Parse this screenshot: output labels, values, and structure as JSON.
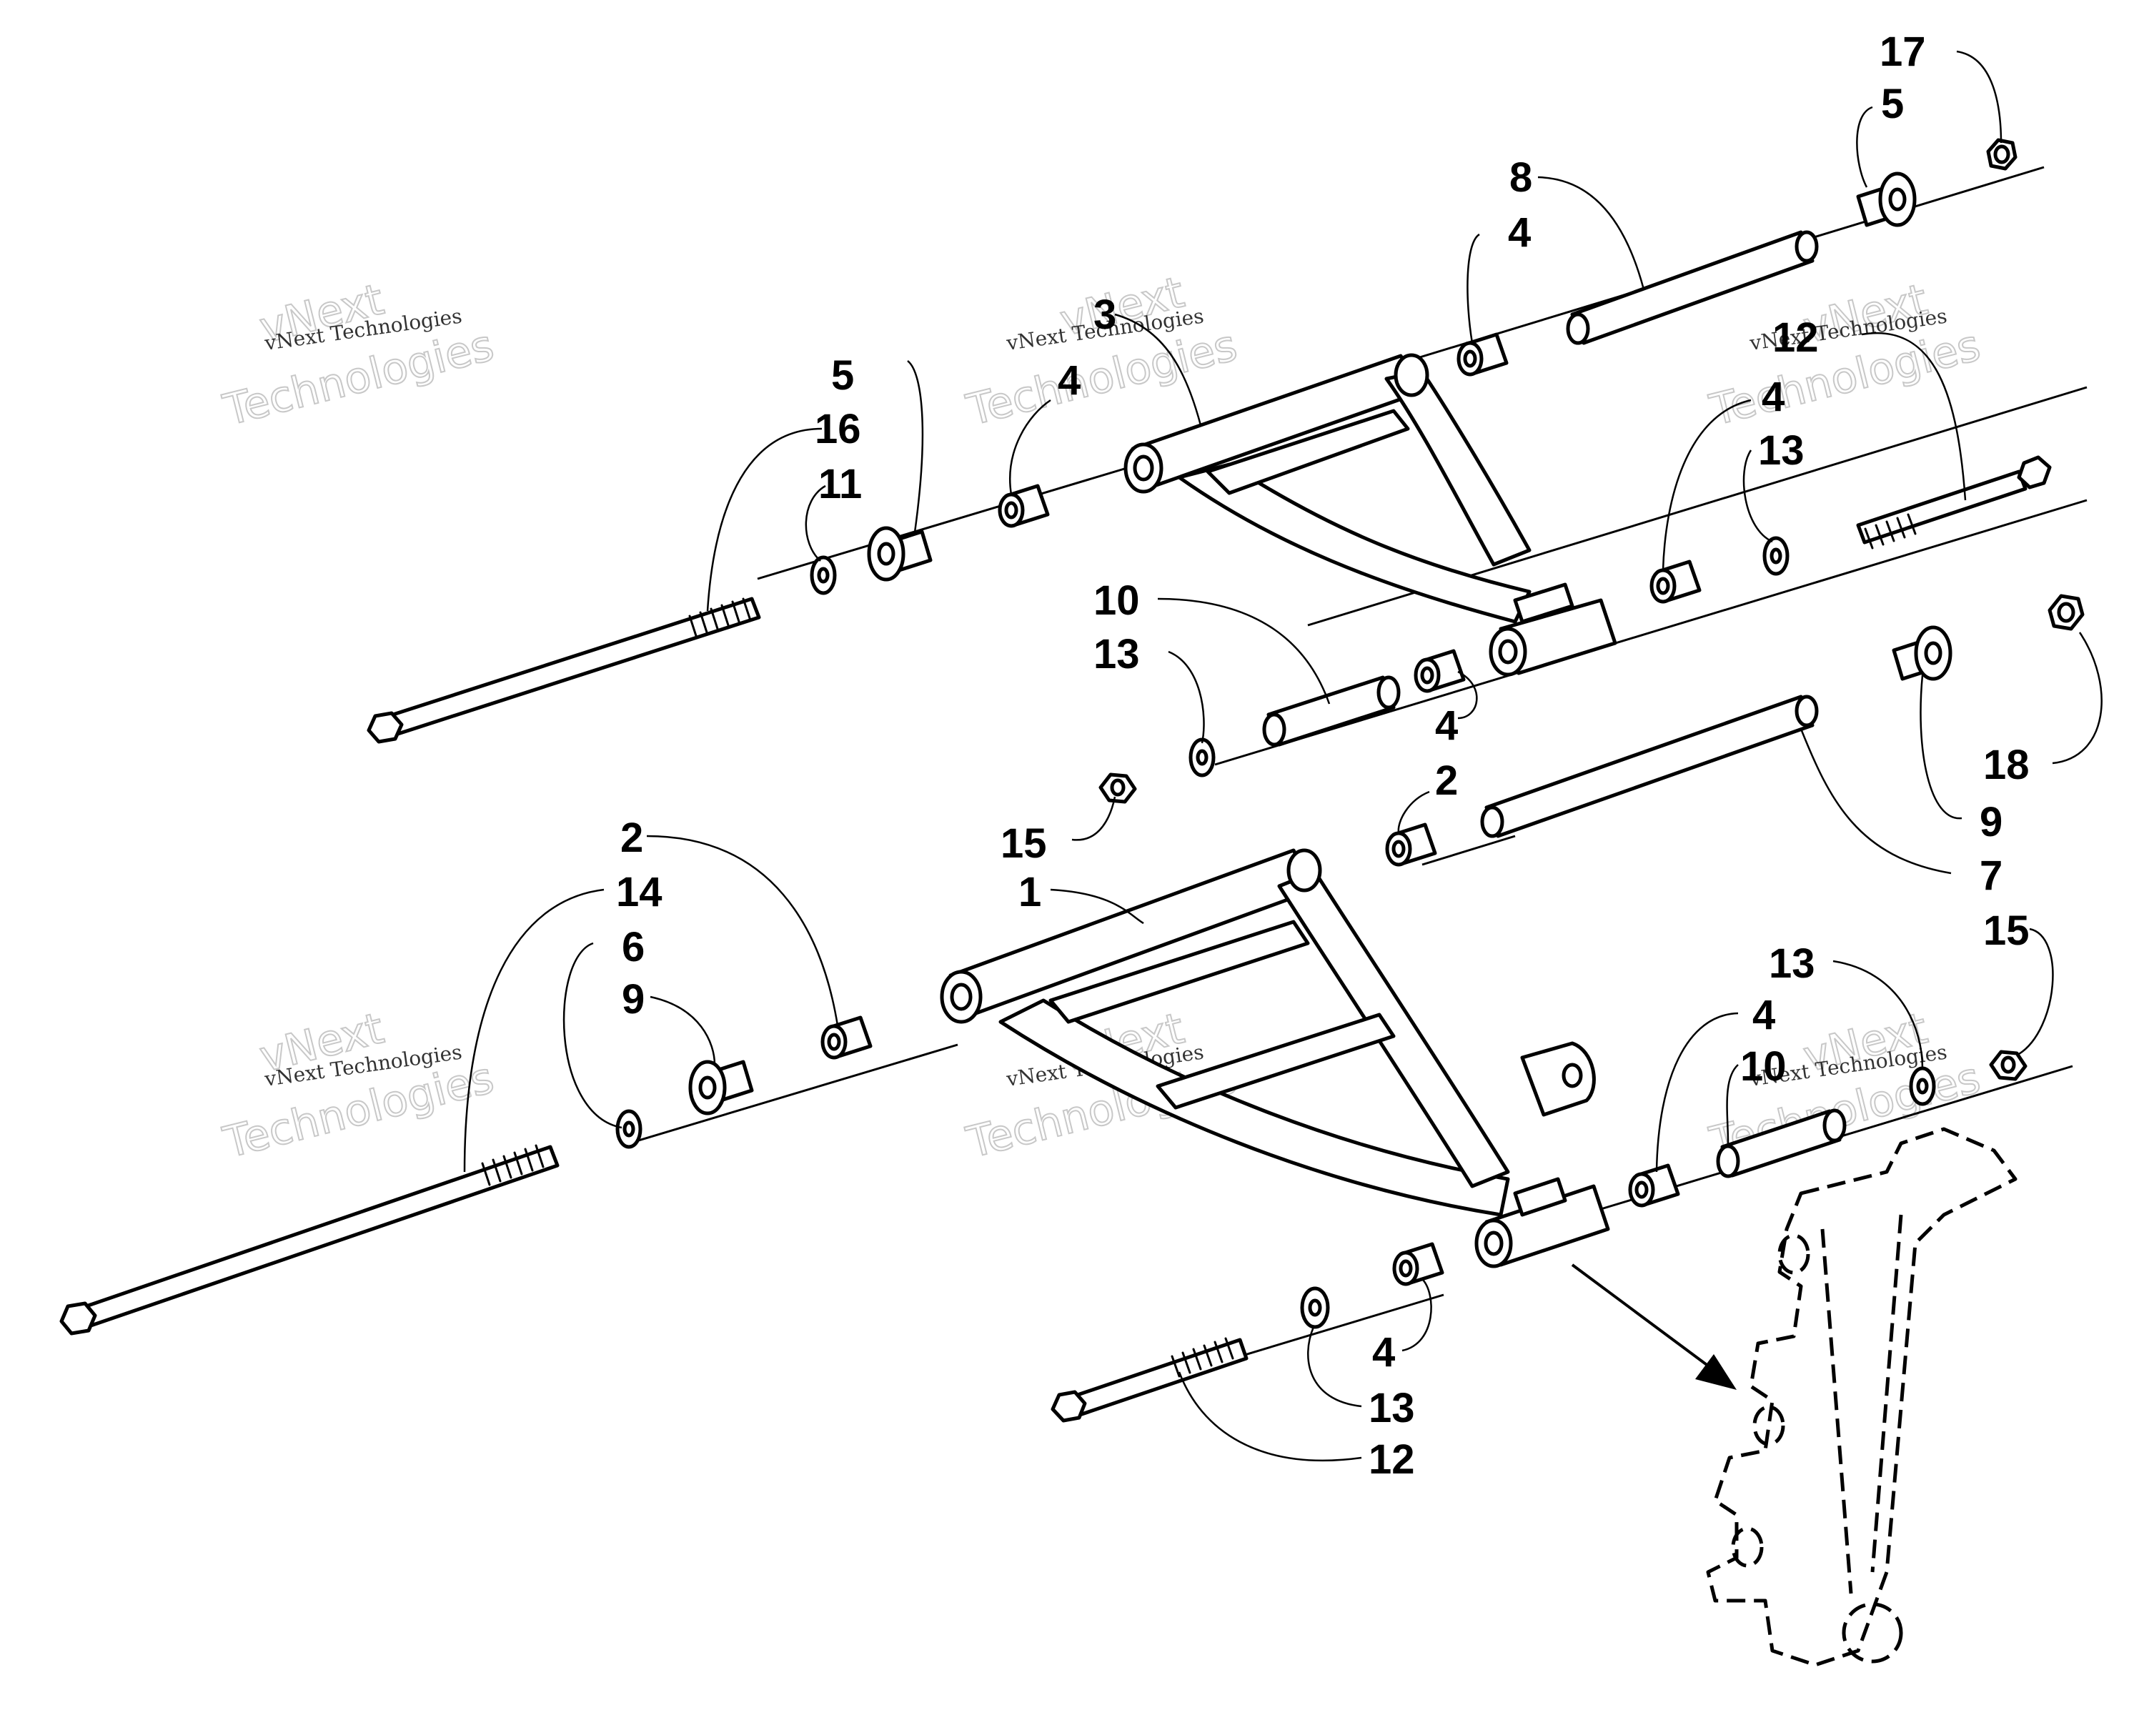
{
  "watermark": {
    "brand": "vNext",
    "line1": "vNext Technologies",
    "line2": "Technologies"
  },
  "callouts": {
    "c17": "17",
    "c5a": "5",
    "c8": "8",
    "c4a": "4",
    "c3": "3",
    "c4b": "4",
    "c5b": "5",
    "c16": "16",
    "c11": "11",
    "c12a": "12",
    "c4c": "4",
    "c13a": "13",
    "c10a": "10",
    "c13b": "13",
    "c4d": "4",
    "c15a": "15",
    "c18": "18",
    "c9a": "9",
    "c7": "7",
    "c2a": "2",
    "c2b": "2",
    "c1": "1",
    "c14": "14",
    "c6": "6",
    "c9b": "9",
    "c13c": "13",
    "c4e": "4",
    "c10b": "10",
    "c15b": "15",
    "c4f": "4",
    "c13d": "13",
    "c12b": "12"
  }
}
